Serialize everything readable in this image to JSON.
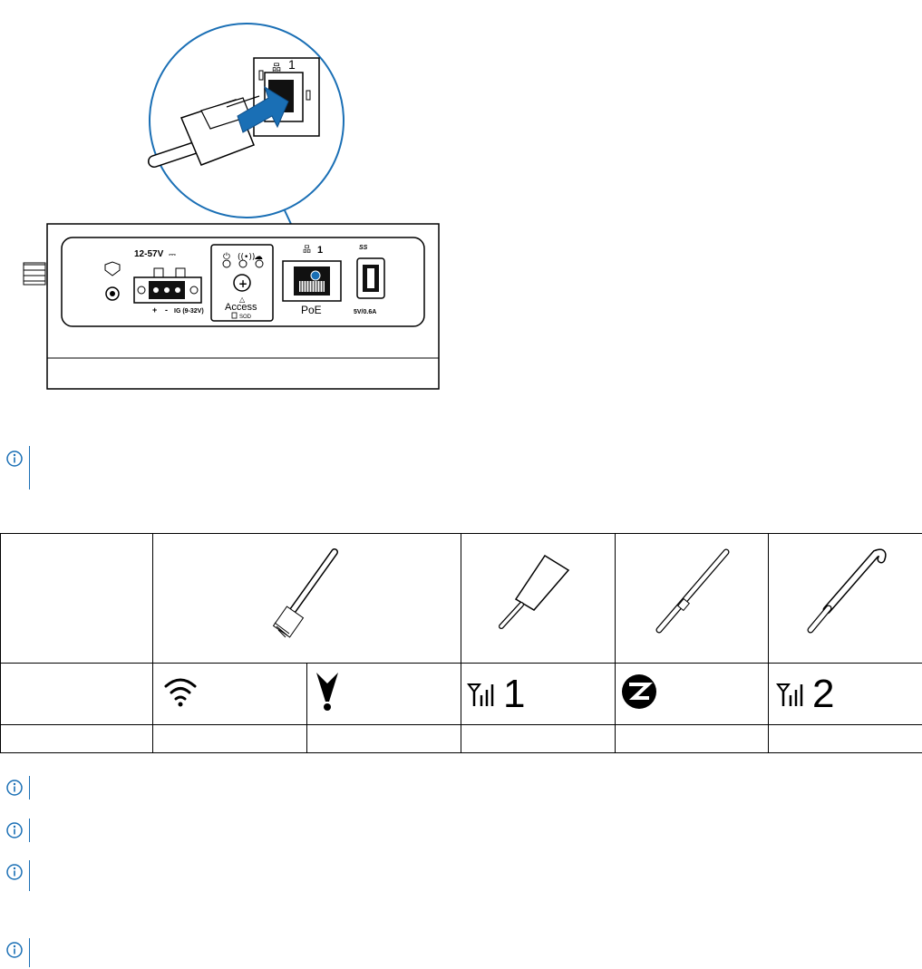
{
  "device": {
    "voltage_label": "12-57V",
    "voltage_symbol": "⎓",
    "power_terminal_labels": [
      "+",
      "-",
      "IG (9-32V)"
    ],
    "access_label": "Access",
    "access_sub_label": "SOD",
    "lan_port_number": "1",
    "lan_port_label": "PoE",
    "usb_brand": "SS",
    "usb_rating": "5V/0.6A",
    "zoom_port_number": "1"
  },
  "antenna_table": {
    "icon_row": [
      {
        "type": "wifi"
      },
      {
        "type": "gps"
      },
      {
        "type": "cellular",
        "number": "1"
      },
      {
        "type": "zigbee"
      },
      {
        "type": "cellular",
        "number": "2"
      }
    ]
  },
  "colors": {
    "accent": "#1a6fb5",
    "line": "#000000"
  }
}
